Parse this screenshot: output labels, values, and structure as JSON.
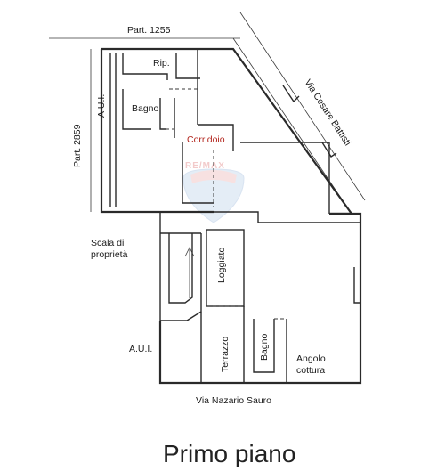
{
  "labels": {
    "part_1255": "Part. 1255",
    "part_2859": "Part. 2859",
    "rip": "Rip.",
    "aui_top": "A.U.I.",
    "bagno_top": "Bagno",
    "via_cesare_battisti": "Via Cesare Battisti",
    "corridoio": "Corridoio",
    "scala_line1": "Scala di",
    "scala_line2": "proprietà",
    "loggiato": "Loggiato",
    "aui_bottom": "A.U.I.",
    "terrazzo": "Terrazzo",
    "bagno_bottom": "Bagno",
    "angolo_line1": "Angolo",
    "angolo_line2": "cottura",
    "via_nazario_sauro": "Via Nazario Sauro"
  },
  "watermark": {
    "text": "RE/MAX",
    "colors": {
      "red": "#e07a7a",
      "blue": "#8fb0d8"
    }
  },
  "caption": "Primo piano"
}
